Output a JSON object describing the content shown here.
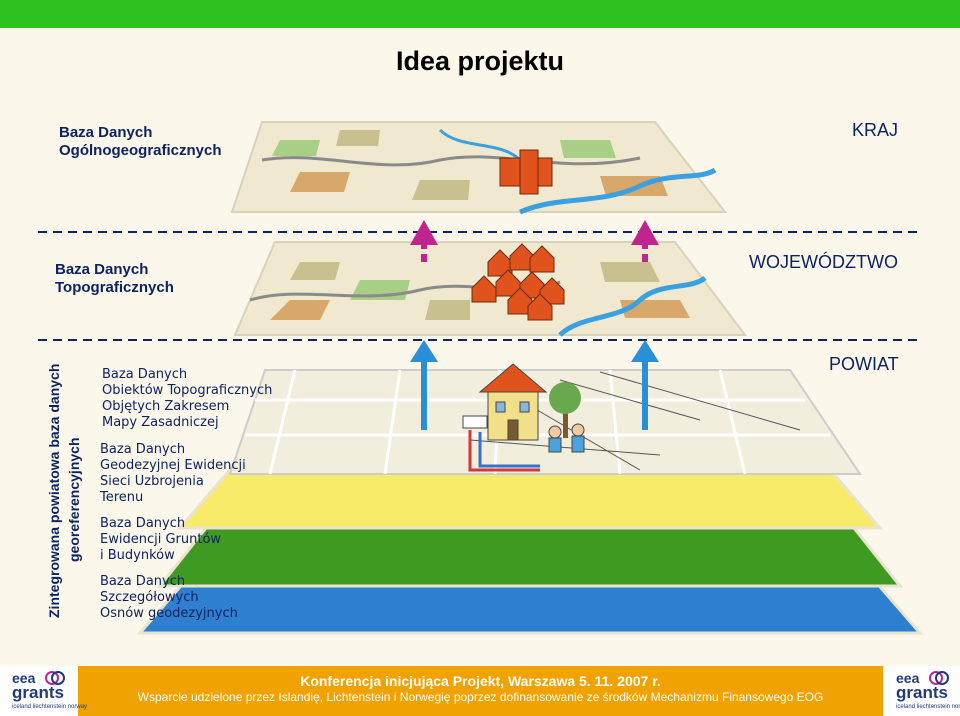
{
  "slide_title": "Idea projektu",
  "levels": {
    "kraj": "KRAJ",
    "wojewodztwo": "WOJEWÓDZTWO",
    "powiat": "POWIAT"
  },
  "databases": {
    "ogolnogeograficznych": [
      "Baza Danych",
      "Ogólnogeograficznych"
    ],
    "topograficznych": [
      "Baza Danych",
      "Topograficznych"
    ]
  },
  "powiat_layers": [
    [
      "Baza Danych",
      "Obiektów Topograficznych",
      "Objętych Zakresem",
      "Mapy Zasadniczej"
    ],
    [
      "Baza Danych",
      "Geodezyjnej Ewidencji",
      "Sieci Uzbrojenia",
      "Terenu"
    ],
    [
      "Baza Danych",
      "Ewidencji Gruntów",
      "i Budynków"
    ],
    [
      "Baza Danych",
      "Szczegółowych",
      "Osnów geodezyjnych"
    ]
  ],
  "side_label": {
    "line1": "Zintegrowana  powiatowa baza danych",
    "line2": "georeferencyjnych"
  },
  "footer": {
    "line1": "Konferencja inicjująca Projekt, Warszawa 5. 11. 2007 r.",
    "line2": "Wsparcie udzielone przez Islandię, Lichtenstein i Norwegię poprzez dofinansowanie ze środków Mechanizmu Finansowego EOG"
  },
  "logo": {
    "eea": "eea",
    "grants": "grants",
    "tagline": "iceland liechtenstein norway"
  },
  "colors": {
    "top_bar": "#2ec21e",
    "text": "#0d2360",
    "footer_band": "#f0a300",
    "arrow_pink": "#c0258f",
    "arrow_blue": "#2a8fd6",
    "layer_yellow": "#f7eb6a",
    "layer_green": "#3f9a22",
    "layer_blue": "#2f7fd0"
  }
}
